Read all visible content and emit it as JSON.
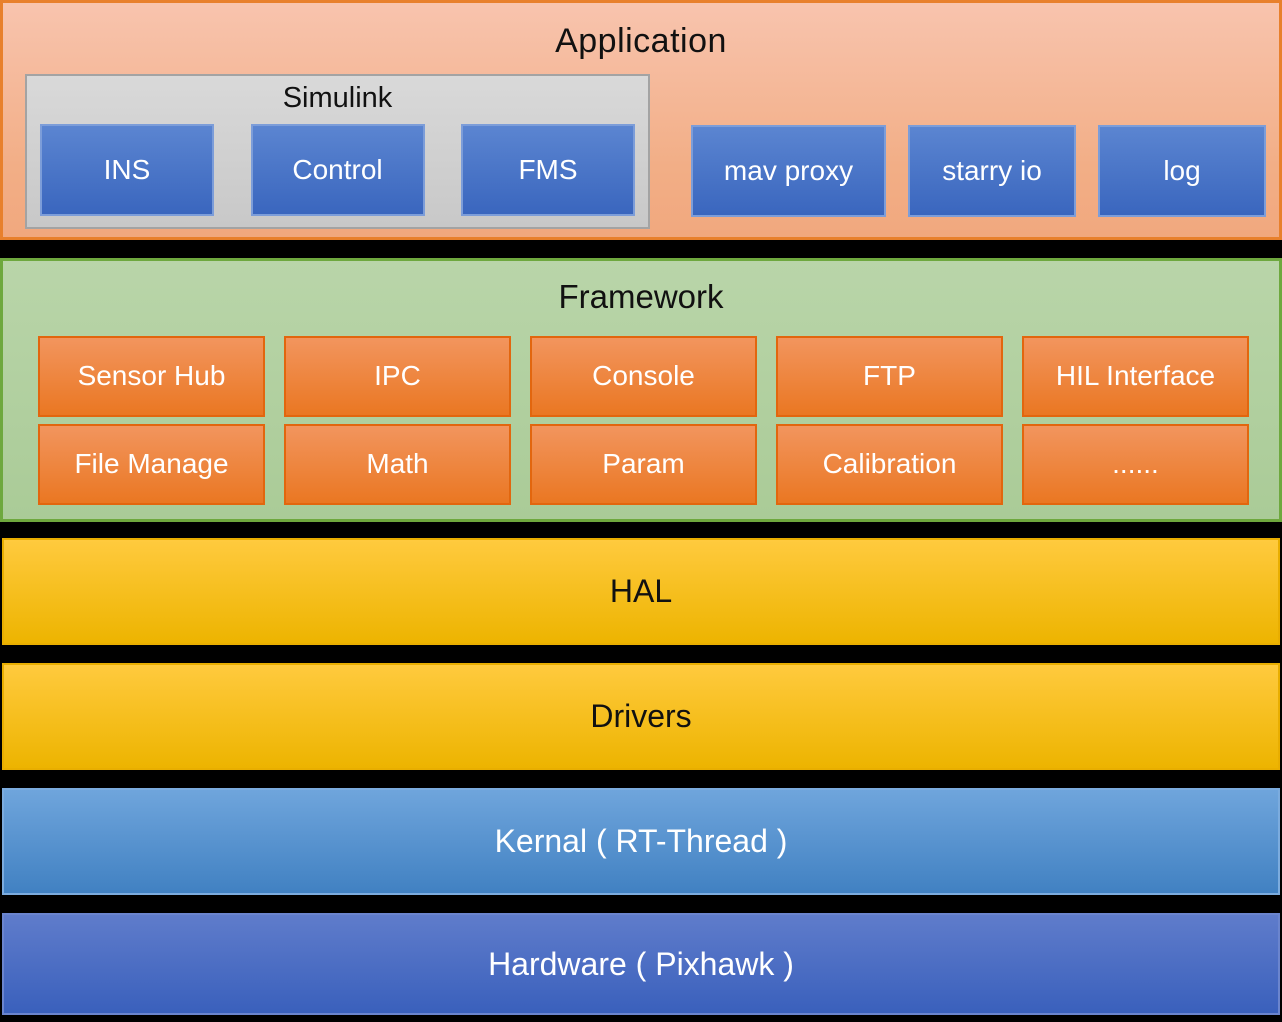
{
  "architecture": {
    "application": {
      "label": "Application",
      "simulink": {
        "label": "Simulink",
        "modules": [
          "INS",
          "Control",
          "FMS"
        ]
      },
      "modules": [
        "mav proxy",
        "starry io",
        "log"
      ]
    },
    "framework": {
      "label": "Framework",
      "row1": [
        "Sensor Hub",
        "IPC",
        "Console",
        "FTP",
        "HIL Interface"
      ],
      "row2": [
        "File Manage",
        "Math",
        "Param",
        "Calibration",
        "......"
      ]
    },
    "hal": {
      "label": "HAL"
    },
    "drivers": {
      "label": "Drivers"
    },
    "kernel": {
      "label": "Kernal ( RT-Thread )"
    },
    "hardware": {
      "label": "Hardware ( Pixhawk )"
    }
  },
  "colors": {
    "page_background": "#000000",
    "application_border": "#E8802C",
    "application_fill_top": "#F8C4AE",
    "application_fill_bottom": "#F1A87E",
    "simulink_fill": "#D1D1D1",
    "simulink_border": "#A3A3A3",
    "module_blue_top": "#5B85D1",
    "module_blue_bottom": "#3A66BE",
    "framework_border": "#6EA83E",
    "framework_fill": "#B2D0A0",
    "module_orange_top": "#F2955E",
    "module_orange_bottom": "#EA7722",
    "gold_band_top": "#FFCA3E",
    "gold_band_bottom": "#EDB400",
    "kernel_band_top": "#6FA5DC",
    "kernel_band_bottom": "#4181C2",
    "hardware_band_top": "#5F7CCB",
    "hardware_band_bottom": "#3A60BC"
  }
}
